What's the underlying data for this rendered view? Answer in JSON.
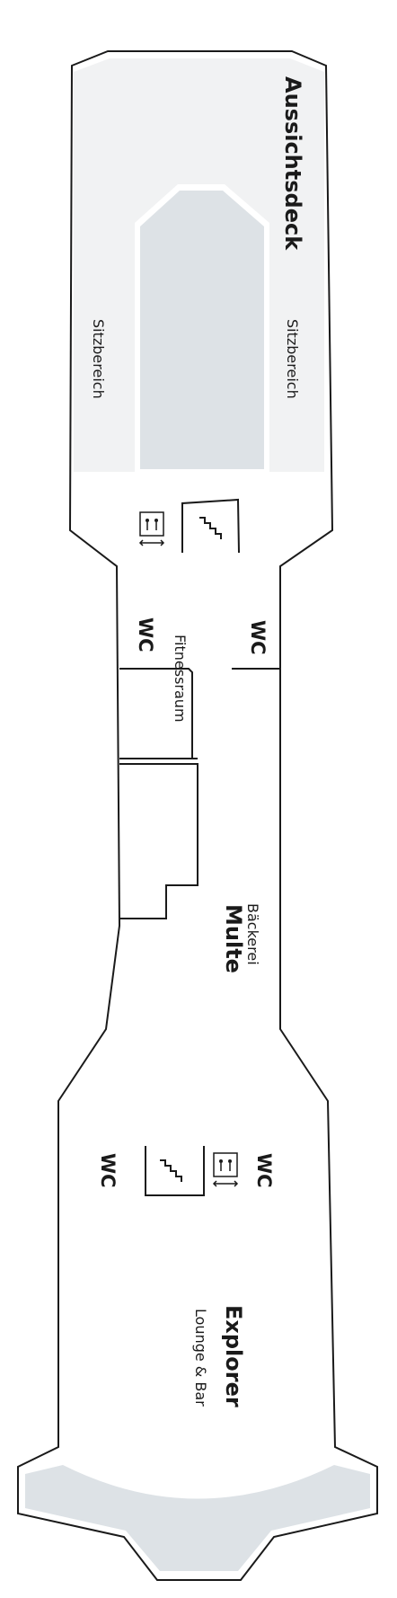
{
  "deck": {
    "outline_color": "#1a1a1a",
    "hull_fill": "#f1f2f3",
    "area_fill": "#dde2e6",
    "labels": {
      "aussichtsdeck": "Aussichtsdeck",
      "sitz_left": "Sitzbereich",
      "sitz_right": "Sitzbereich",
      "wc_1": "WC",
      "wc_2": "WC",
      "fitness": "Fitnessraum",
      "baeckerei_small": "Bäckerei",
      "baeckerei_big": "Multe",
      "wc_3": "WC",
      "wc_4": "WC",
      "explorer_big": "Explorer",
      "explorer_small": "Lounge & Bar"
    },
    "icons": [
      "stairs-icon",
      "elevator-icon",
      "stairs-icon",
      "elevator-icon"
    ]
  }
}
